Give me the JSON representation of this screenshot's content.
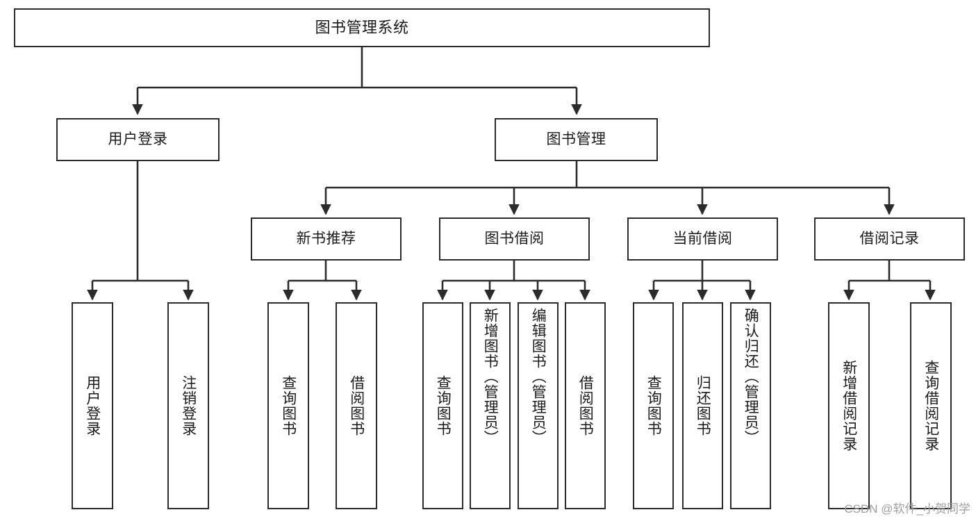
{
  "diagram": {
    "type": "tree-hierarchy",
    "title": "图书管理系统",
    "orientation": "top-down",
    "colors": {
      "node_border": "#2b2b2b",
      "node_fill": "#ffffff",
      "edge": "#2b2b2b",
      "text": "#1a1a1a",
      "watermark": "#9e9e9e",
      "background": "#ffffff"
    },
    "watermark": "CSDN @软件_小贺同学",
    "nodes": {
      "root": {
        "label": "图书管理系统"
      },
      "level2": [
        {
          "id": "user-login",
          "label": "用户登录"
        },
        {
          "id": "book-management",
          "label": "图书管理"
        }
      ],
      "level3": [
        {
          "id": "new-book-recommend",
          "label": "新书推荐"
        },
        {
          "id": "book-borrow",
          "label": "图书借阅"
        },
        {
          "id": "current-borrow",
          "label": "当前借阅"
        },
        {
          "id": "borrow-record",
          "label": "借阅记录"
        }
      ],
      "leaves": {
        "user_login": [
          {
            "id": "leaf-user-login",
            "label": "用户登录"
          },
          {
            "id": "leaf-logout-login",
            "label": "注销登录"
          }
        ],
        "new_book_recommend": [
          {
            "id": "leaf-query-book-1",
            "label": "查询图书"
          },
          {
            "id": "leaf-borrow-book-1",
            "label": "借阅图书"
          }
        ],
        "book_borrow": [
          {
            "id": "leaf-query-book-2",
            "label": "查询图书"
          },
          {
            "id": "leaf-add-book",
            "label": "新增图书（管理员）"
          },
          {
            "id": "leaf-edit-book",
            "label": "编辑图书（管理员）"
          },
          {
            "id": "leaf-borrow-book-2",
            "label": "借阅图书"
          }
        ],
        "current_borrow": [
          {
            "id": "leaf-query-book-3",
            "label": "查询图书"
          },
          {
            "id": "leaf-return-book",
            "label": "归还图书"
          },
          {
            "id": "leaf-confirm-return",
            "label": "确认归还（管理员）"
          }
        ],
        "borrow_record": [
          {
            "id": "leaf-add-record",
            "label": "新增借阅记录"
          },
          {
            "id": "leaf-query-record",
            "label": "查询借阅记录"
          }
        ]
      }
    }
  }
}
